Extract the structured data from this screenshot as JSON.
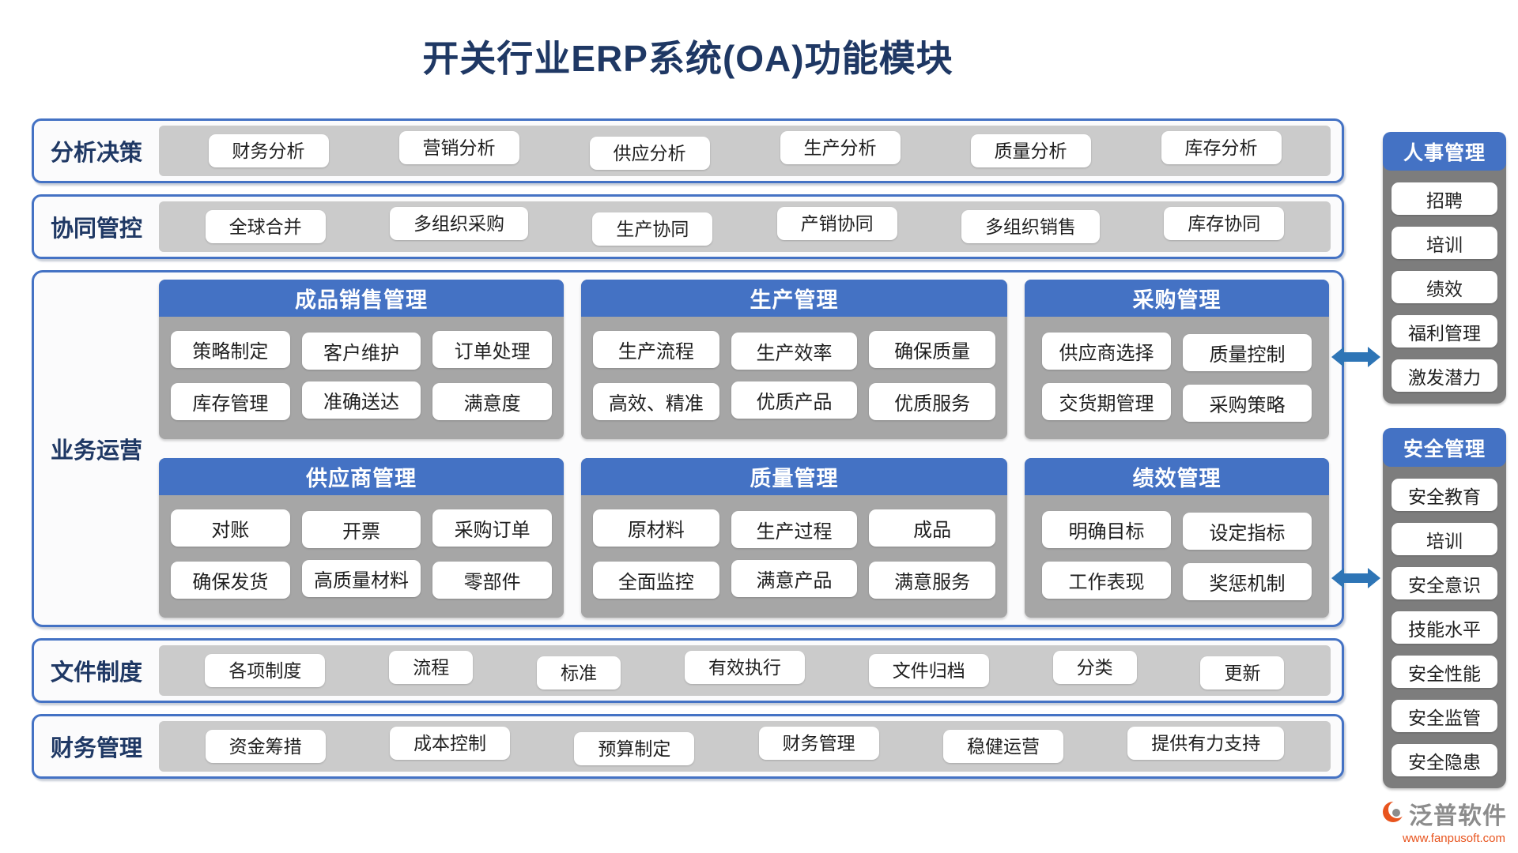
{
  "title": "开关行业ERP系统(OA)功能模块",
  "bands": [
    {
      "label": "分析决策",
      "items": [
        "财务分析",
        "营销分析",
        "供应分析",
        "生产分析",
        "质量分析",
        "库存分析"
      ]
    },
    {
      "label": "协同管控",
      "items": [
        "全球合并",
        "多组织采购",
        "生产协同",
        "产销协同",
        "多组织销售",
        "库存协同"
      ]
    },
    {
      "label": "文件制度",
      "items": [
        "各项制度",
        "流程",
        "标准",
        "有效执行",
        "文件归档",
        "分类",
        "更新"
      ]
    },
    {
      "label": "财务管理",
      "items": [
        "资金筹措",
        "成本控制",
        "预算制定",
        "财务管理",
        "稳健运营",
        "提供有力支持"
      ]
    }
  ],
  "operations": {
    "label": "业务运营",
    "panels": [
      {
        "title": "成品销售管理",
        "items": [
          "策略制定",
          "客户维护",
          "订单处理",
          "库存管理",
          "准确送达",
          "满意度"
        ]
      },
      {
        "title": "生产管理",
        "items": [
          "生产流程",
          "生产效率",
          "确保质量",
          "高效、精准",
          "优质产品",
          "优质服务"
        ]
      },
      {
        "title": "采购管理",
        "items": [
          "供应商选择",
          "质量控制",
          "交货期管理",
          "采购策略"
        ]
      },
      {
        "title": "供应商管理",
        "items": [
          "对账",
          "开票",
          "采购订单",
          "确保发货",
          "高质量材料",
          "零部件"
        ]
      },
      {
        "title": "质量管理",
        "items": [
          "原材料",
          "生产过程",
          "成品",
          "全面监控",
          "满意产品",
          "满意服务"
        ]
      },
      {
        "title": "绩效管理",
        "items": [
          "明确目标",
          "设定指标",
          "工作表现",
          "奖惩机制"
        ]
      }
    ]
  },
  "sidebar": [
    {
      "title": "人事管理",
      "items": [
        "招聘",
        "培训",
        "绩效",
        "福利管理",
        "激发潜力"
      ]
    },
    {
      "title": "安全管理",
      "items": [
        "安全教育",
        "培训",
        "安全意识",
        "技能水平",
        "安全性能",
        "安全监管",
        "安全隐患"
      ]
    }
  ],
  "icons": {
    "arrow_1": "double-arrow-icon",
    "arrow_2": "double-arrow-icon",
    "brand_mark": "fanpu-logo-icon"
  },
  "footer": {
    "brand": "泛普软件",
    "url": "www.fanpusoft.com"
  },
  "colors": {
    "title": "#1F3864",
    "border": "#4472C4",
    "header": "#4472C4",
    "panel_body": "#A6A6A6",
    "strip": "#CBCBCB",
    "sidebar": "#7D7D7D",
    "chip_bg": "#FFFFFF",
    "chip_text": "#1F1F1F",
    "arrow": "#2E75B6",
    "accent_orange": "#E8541E",
    "brand_gray": "#8C8C8C"
  }
}
